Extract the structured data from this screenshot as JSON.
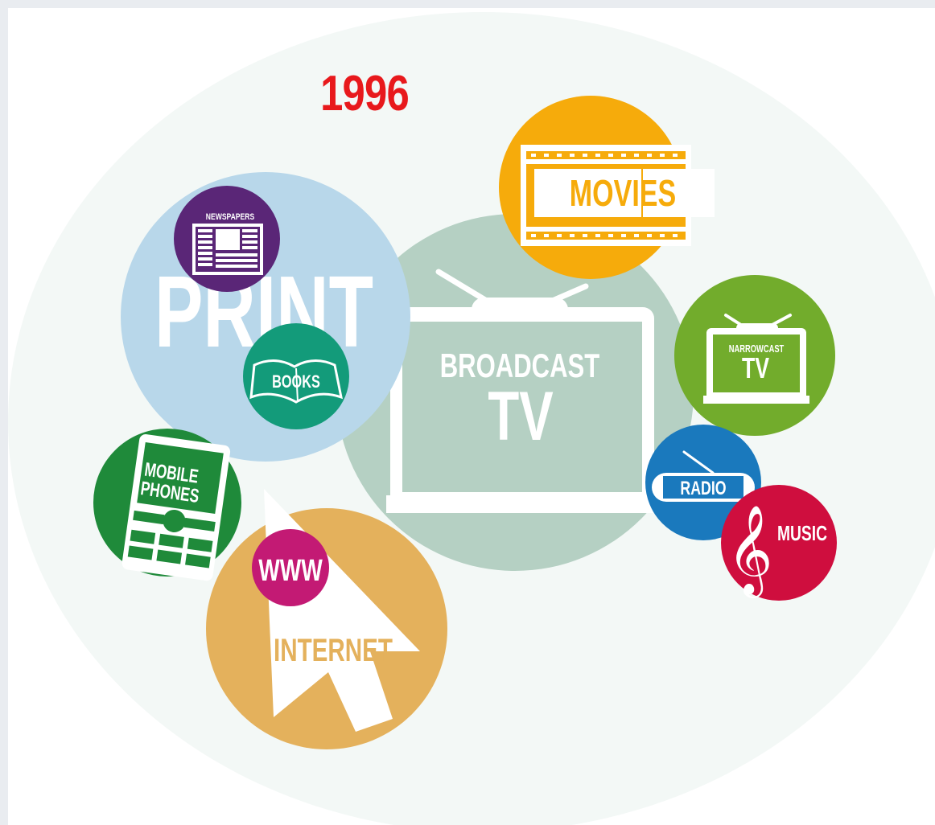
{
  "year": "1996",
  "colors": {
    "year": "#e8191c",
    "background_ellipse": "#f3f8f6",
    "broadcast_tv": "#b5d0c3",
    "print": "#b8d7ea",
    "newspapers": "#5a2677",
    "books": "#139b7a",
    "movies": "#f6ab0b",
    "narrowcast_tv": "#72ac2c",
    "radio": "#1a79bd",
    "music": "#cf0e3e",
    "mobile_phones": "#1f8a3a",
    "internet": "#e4b15c",
    "www": "#c31a74"
  },
  "bubbles": {
    "broadcast_tv": {
      "line1": "BROADCAST",
      "line2": "TV",
      "icon": "tv-icon"
    },
    "print": {
      "label": "PRINT"
    },
    "newspapers": {
      "label": "NEWSPAPERS",
      "icon": "newspaper-icon"
    },
    "books": {
      "label": "BOOKS",
      "icon": "book-icon"
    },
    "movies": {
      "label": "MOVIES",
      "icon": "film-strip-icon"
    },
    "narrowcast_tv": {
      "line1": "NARROWCAST",
      "line2": "TV",
      "icon": "tv-icon"
    },
    "radio": {
      "label": "RADIO",
      "icon": "radio-icon"
    },
    "music": {
      "label": "MUSIC",
      "icon": "treble-clef-icon"
    },
    "mobile_phones": {
      "line1": "MOBILE",
      "line2": "PHONES",
      "icon": "mobile-phone-icon"
    },
    "internet": {
      "label": "INTERNET",
      "icon": "cursor-arrow-icon"
    },
    "www": {
      "label": "WWW"
    }
  }
}
